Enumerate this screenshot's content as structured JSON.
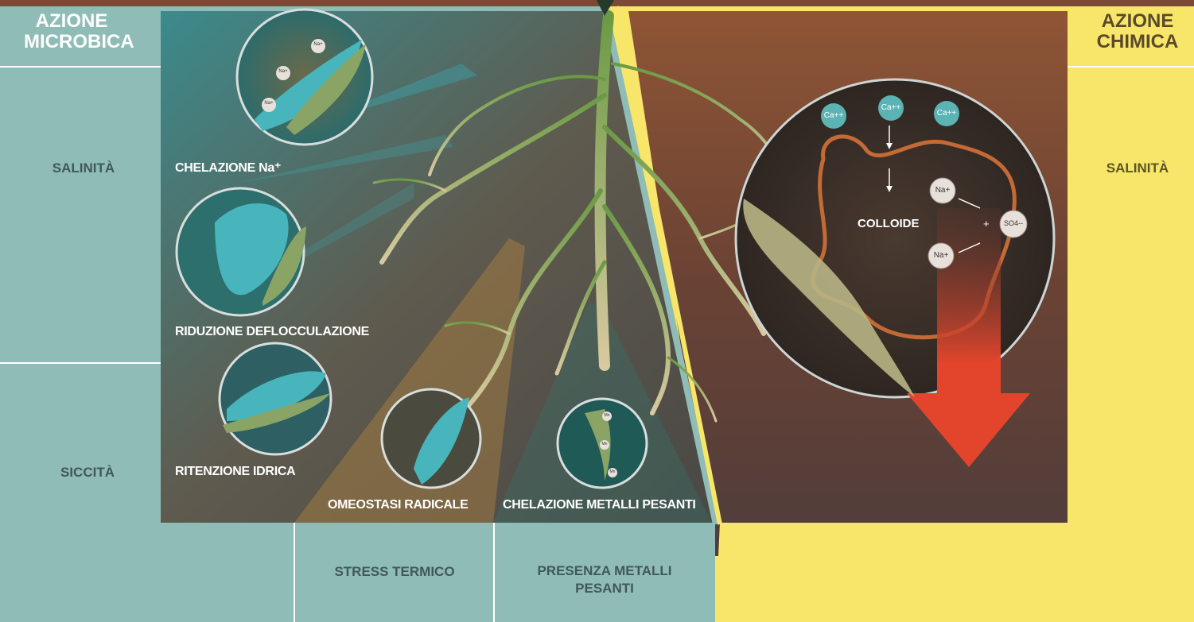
{
  "left_header": {
    "line1": "AZIONE",
    "line2": "MICROBICA"
  },
  "right_header": {
    "line1": "AZIONE",
    "line2": "CHIMICA"
  },
  "left_rows": {
    "salinita": "SALINITÀ",
    "siccita": "SICCITÀ"
  },
  "right_rows": {
    "salinita": "SALINITÀ"
  },
  "bottom_columns": {
    "stress": "STRESS TERMICO",
    "metalli_line1": "PRESENZA METALLI",
    "metalli_line2": "PESANTI"
  },
  "captions": {
    "chelazione_na": "CHELAZIONE Na⁺",
    "riduzione": "RIDUZIONE DEFLOCCULAZIONE",
    "ritenzione": "RITENZIONE IDRICA",
    "omeostasi": "OMEOSTASI RADICALE",
    "chelazione_metalli": "CHELAZIONE METALLI PESANTI"
  },
  "chem": {
    "colloide": "COLLOIDE",
    "ca1": "Ca++",
    "ca2": "Ca++",
    "ca3": "Ca++",
    "na1": "Na+",
    "na2": "Na+",
    "plus": "+",
    "so4": "SO4--"
  },
  "small_ions": {
    "na": "Na+",
    "mn": "Mn"
  },
  "colors": {
    "teal_panel": "#8fbcb6",
    "yellow_panel": "#f7e66a",
    "soil_brown": "#7a4a34",
    "arrow_red": "#e2452c"
  }
}
